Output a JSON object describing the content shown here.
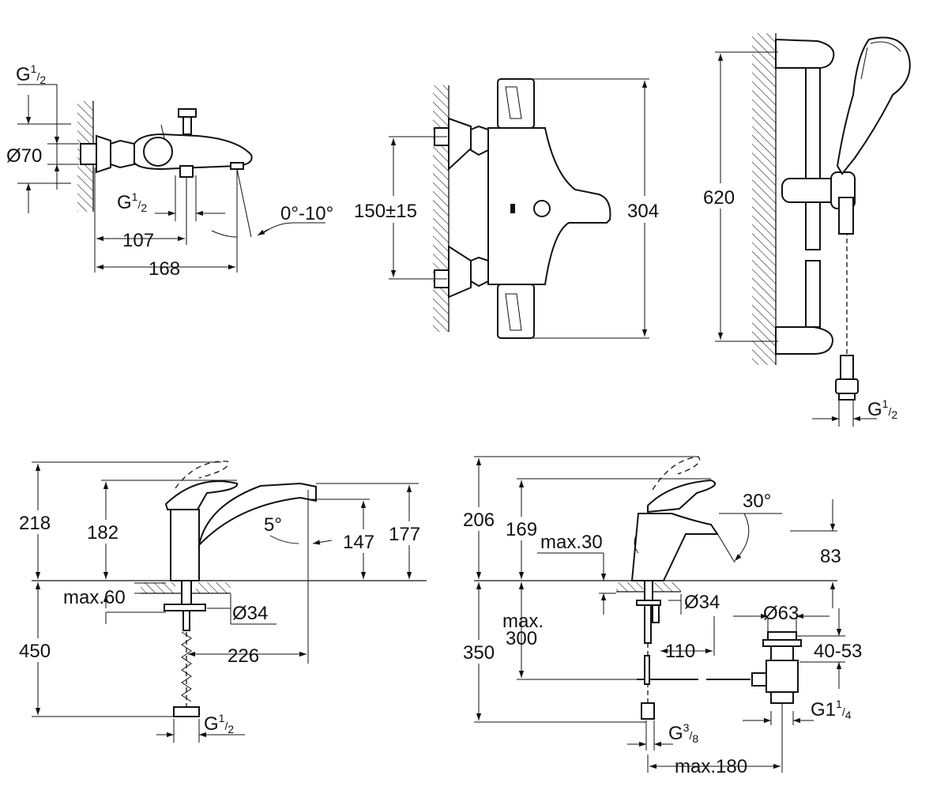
{
  "views": {
    "bath_mixer": {
      "thread_top": "G",
      "thread_top_num": "1",
      "thread_top_den": "2",
      "diameter": "Ø70",
      "thread_out": "G",
      "thread_out_num": "1",
      "thread_out_den": "2",
      "angle": "0°-10°",
      "depth_1": "107",
      "depth_2": "168"
    },
    "thermostat": {
      "centres": "150±15",
      "height": "304"
    },
    "shower_rail": {
      "height": "620",
      "thread": "G",
      "thread_num": "1",
      "thread_den": "2"
    },
    "basin_mixer": {
      "total_height": "218",
      "lever_height": "182",
      "spout_angle": "5°",
      "spout_height": "147",
      "outlet_height": "177",
      "max_deck": "max.60",
      "hole_diameter": "Ø34",
      "hose_length": "450",
      "reach": "226",
      "thread": "G",
      "thread_num": "1",
      "thread_den": "2"
    },
    "wash_mixer": {
      "total_height": "206",
      "body_height": "169",
      "max_deck": "max.30",
      "spout_angle": "30°",
      "outlet_height": "83",
      "hole_diameter": "Ø34",
      "waste_diameter": "Ø63",
      "hose_length": "350",
      "max_drop_1": "max.",
      "max_drop_2": "300",
      "reach": "110",
      "waste_range": "40-53",
      "waste_thread": "G1",
      "waste_thread_num": "1",
      "waste_thread_den": "4",
      "thread": "G",
      "thread_num": "3",
      "thread_den": "8",
      "max_offset": "max.180"
    }
  }
}
